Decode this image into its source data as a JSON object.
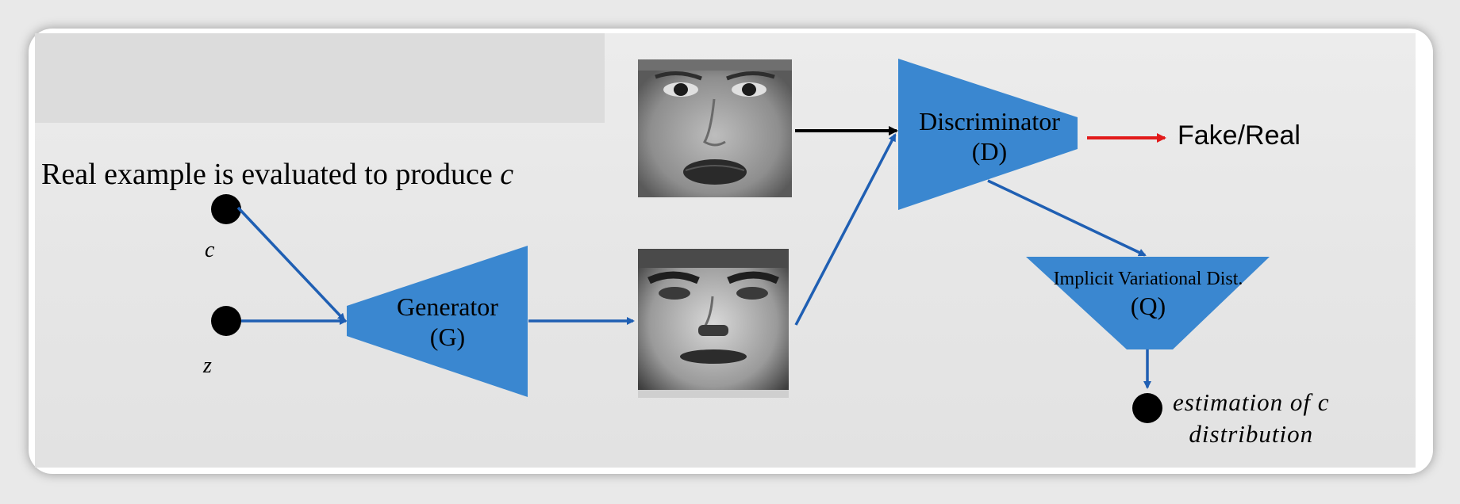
{
  "title_text": "Real example is evaluated to produce",
  "title_var": "c",
  "inputs": {
    "c_label": "c",
    "z_label": "z"
  },
  "generator": {
    "name": "Generator",
    "symbol": "(G)"
  },
  "discriminator": {
    "name": "Discriminator",
    "symbol": "(D)"
  },
  "q_network": {
    "name": "Implicit Variational Dist.",
    "symbol": "(Q)"
  },
  "output_label": "Fake/Real",
  "estimation": {
    "line1": "estimation of c",
    "line2": "distribution"
  },
  "colors": {
    "shape_fill": "#3a87d0",
    "arrow_blue": "#1f5fb3",
    "arrow_red": "#e21b1b",
    "arrow_black": "#000000"
  }
}
